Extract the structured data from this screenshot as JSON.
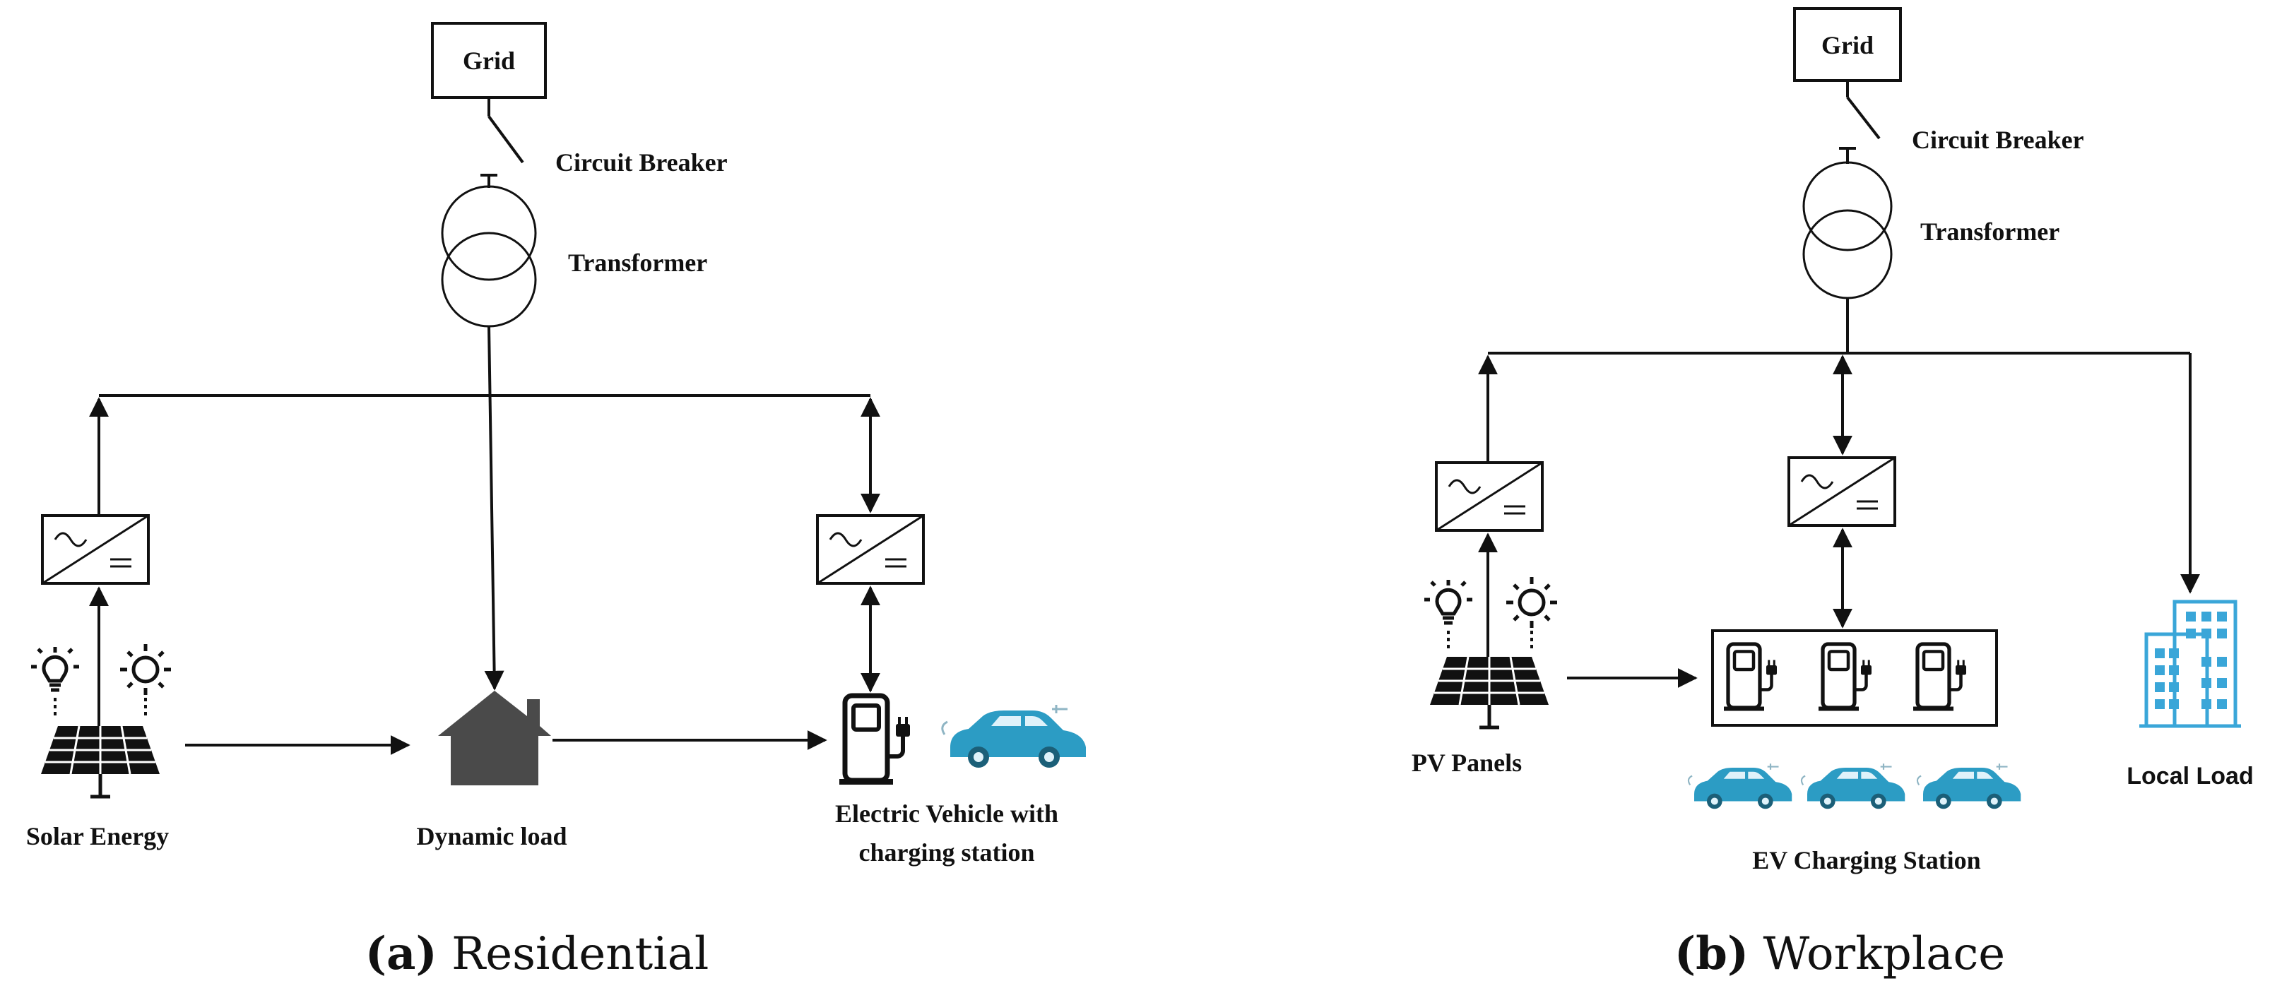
{
  "residential": {
    "grid": "Grid",
    "circuit_breaker": "Circuit Breaker",
    "transformer": "Transformer",
    "solar": "Solar Energy",
    "dynamic_load": "Dynamic load",
    "ev_line1": "Electric Vehicle with",
    "ev_line2": "charging station",
    "caption_tag": "(a)",
    "caption_text": " Residential"
  },
  "workplace": {
    "grid": "Grid",
    "circuit_breaker": "Circuit Breaker",
    "transformer": "Transformer",
    "pv": "PV Panels",
    "ev_station": "EV Charging Station",
    "local_load": "Local Load",
    "caption_tag": "(b)",
    "caption_text": " Workplace"
  },
  "colors": {
    "line": "#111111",
    "car": "#2c9cc4",
    "building": "#3aa6d8",
    "house": "#4a4a4a"
  }
}
